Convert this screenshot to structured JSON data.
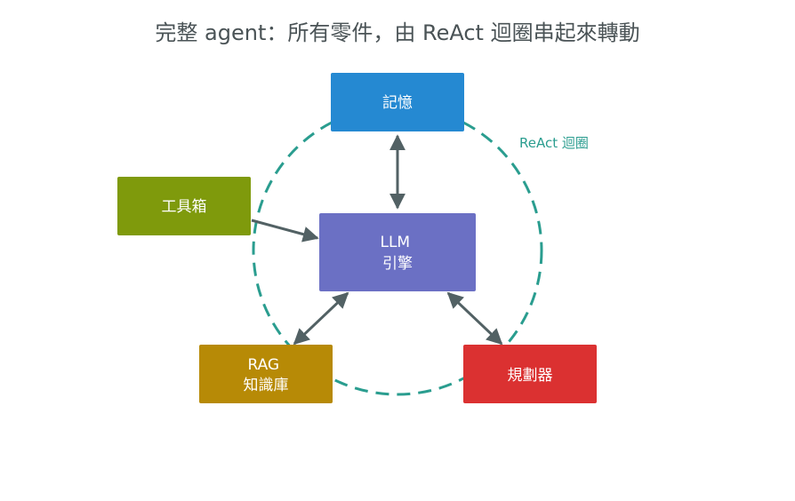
{
  "title": "完整 agent：所有零件，由 ReAct 迴圈串起來轉動",
  "loop": {
    "label": "ReAct 迴圈",
    "color": "#2a9d8f"
  },
  "nodes": {
    "memory": {
      "lines": [
        "記憶"
      ],
      "color": "#2589d2"
    },
    "tools": {
      "lines": [
        "工具箱"
      ],
      "color": "#7f9a0c"
    },
    "llm": {
      "lines": [
        "LLM",
        "引擎"
      ],
      "color": "#6b70c4"
    },
    "rag": {
      "lines": [
        "RAG",
        "知識庫"
      ],
      "color": "#b78a06"
    },
    "planner": {
      "lines": [
        "規劃器"
      ],
      "color": "#db3131"
    }
  },
  "arrow_color": "#526164"
}
